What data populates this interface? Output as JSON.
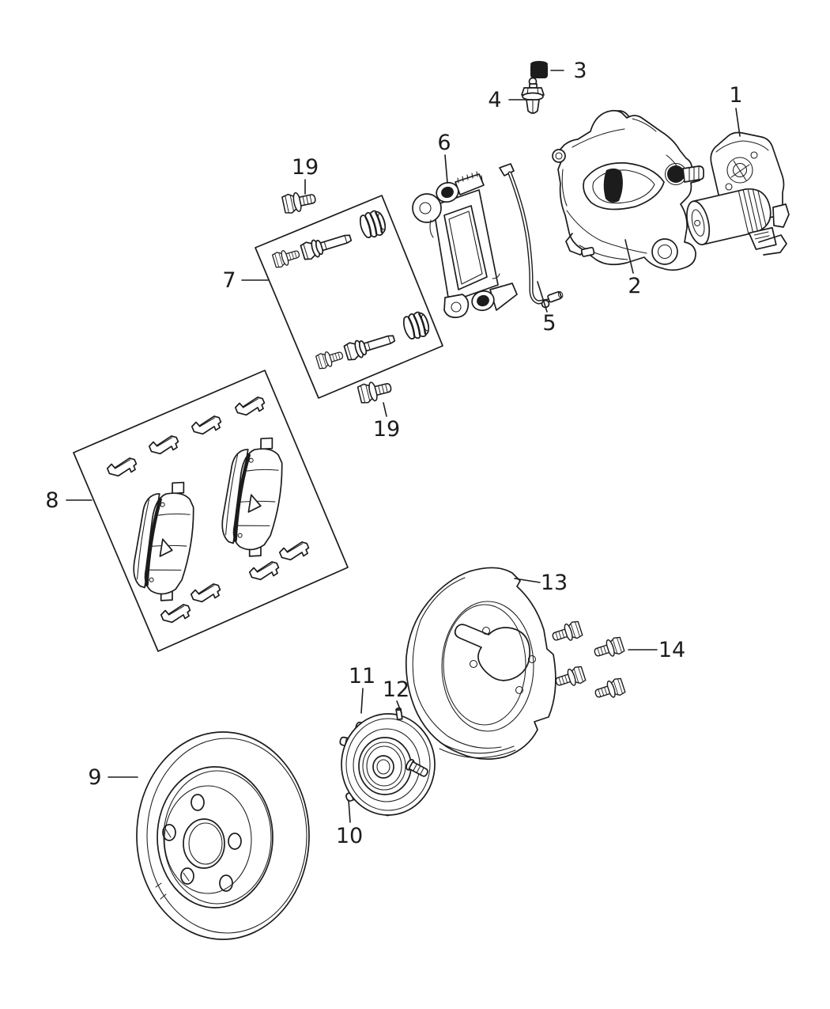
{
  "diagram": {
    "background": "#ffffff",
    "line_color": "#1c1c1c",
    "description_labels_visible": "numeric callouts only",
    "callouts": [
      {
        "label": "1"
      },
      {
        "label": "2"
      },
      {
        "label": "3"
      },
      {
        "label": "4"
      },
      {
        "label": "5"
      },
      {
        "label": "6"
      },
      {
        "label": "7"
      },
      {
        "label": "8"
      },
      {
        "label": "9"
      },
      {
        "label": "10"
      },
      {
        "label": "11"
      },
      {
        "label": "12"
      },
      {
        "label": "13"
      },
      {
        "label": "14"
      },
      {
        "label": "19"
      },
      {
        "label": "19"
      }
    ]
  }
}
